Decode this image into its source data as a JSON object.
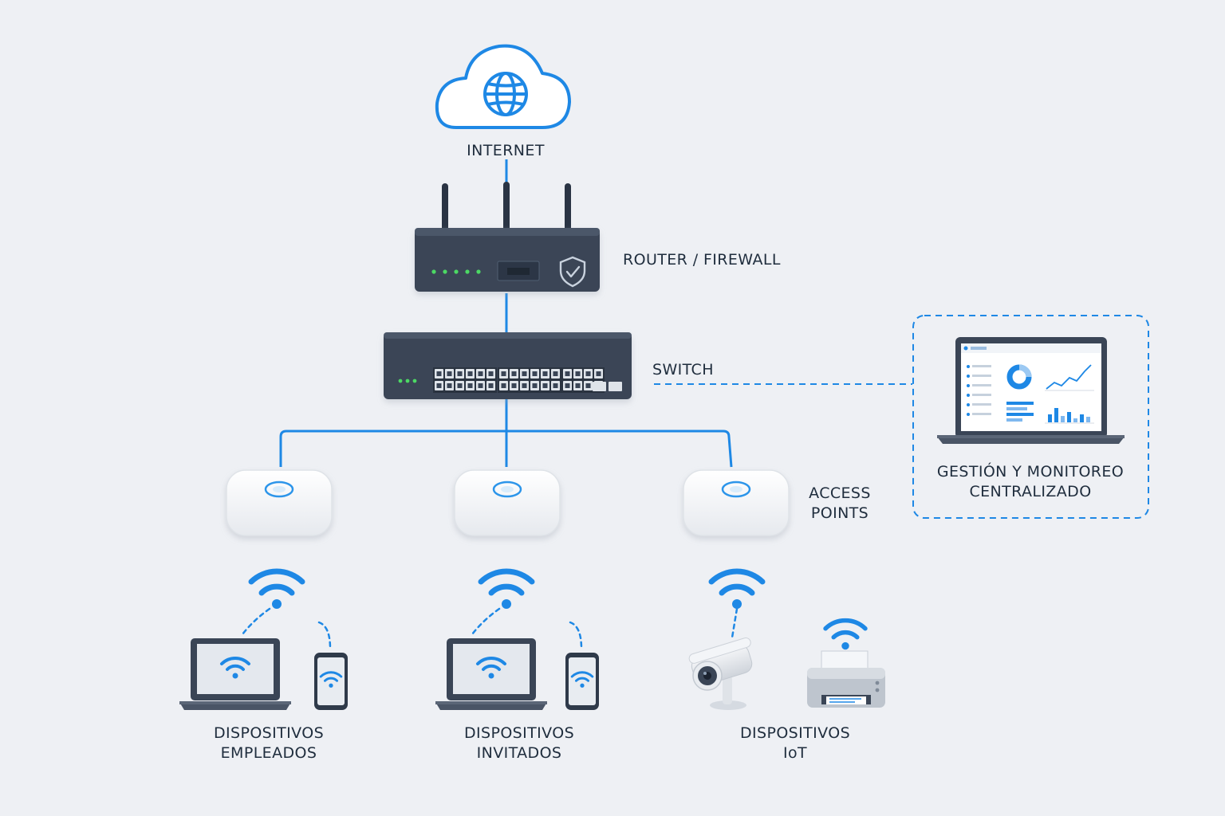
{
  "internet": {
    "label": "INTERNET"
  },
  "router": {
    "label": "ROUTER / FIREWALL"
  },
  "switch": {
    "label": "SWITCH"
  },
  "access_points": {
    "label_line1": "ACCESS",
    "label_line2": "POINTS"
  },
  "management": {
    "label_line1": "GESTIÓN Y MONITOREO",
    "label_line2": "CENTRALIZADO"
  },
  "groups": [
    {
      "line1": "DISPOSITIVOS",
      "line2": "EMPLEADOS"
    },
    {
      "line1": "DISPOSITIVOS",
      "line2": "INVITADOS"
    },
    {
      "line1": "DISPOSITIVOS",
      "line2": "IoT"
    }
  ],
  "colors": {
    "accent": "#1e88e5",
    "device_dark": "#3a4556",
    "text": "#1f2d3d",
    "background": "#eef0f4"
  },
  "icons": [
    "cloud-icon",
    "globe-icon",
    "shield-check-icon",
    "wifi-icon",
    "laptop-icon",
    "smartphone-icon",
    "security-camera-icon",
    "printer-icon"
  ]
}
